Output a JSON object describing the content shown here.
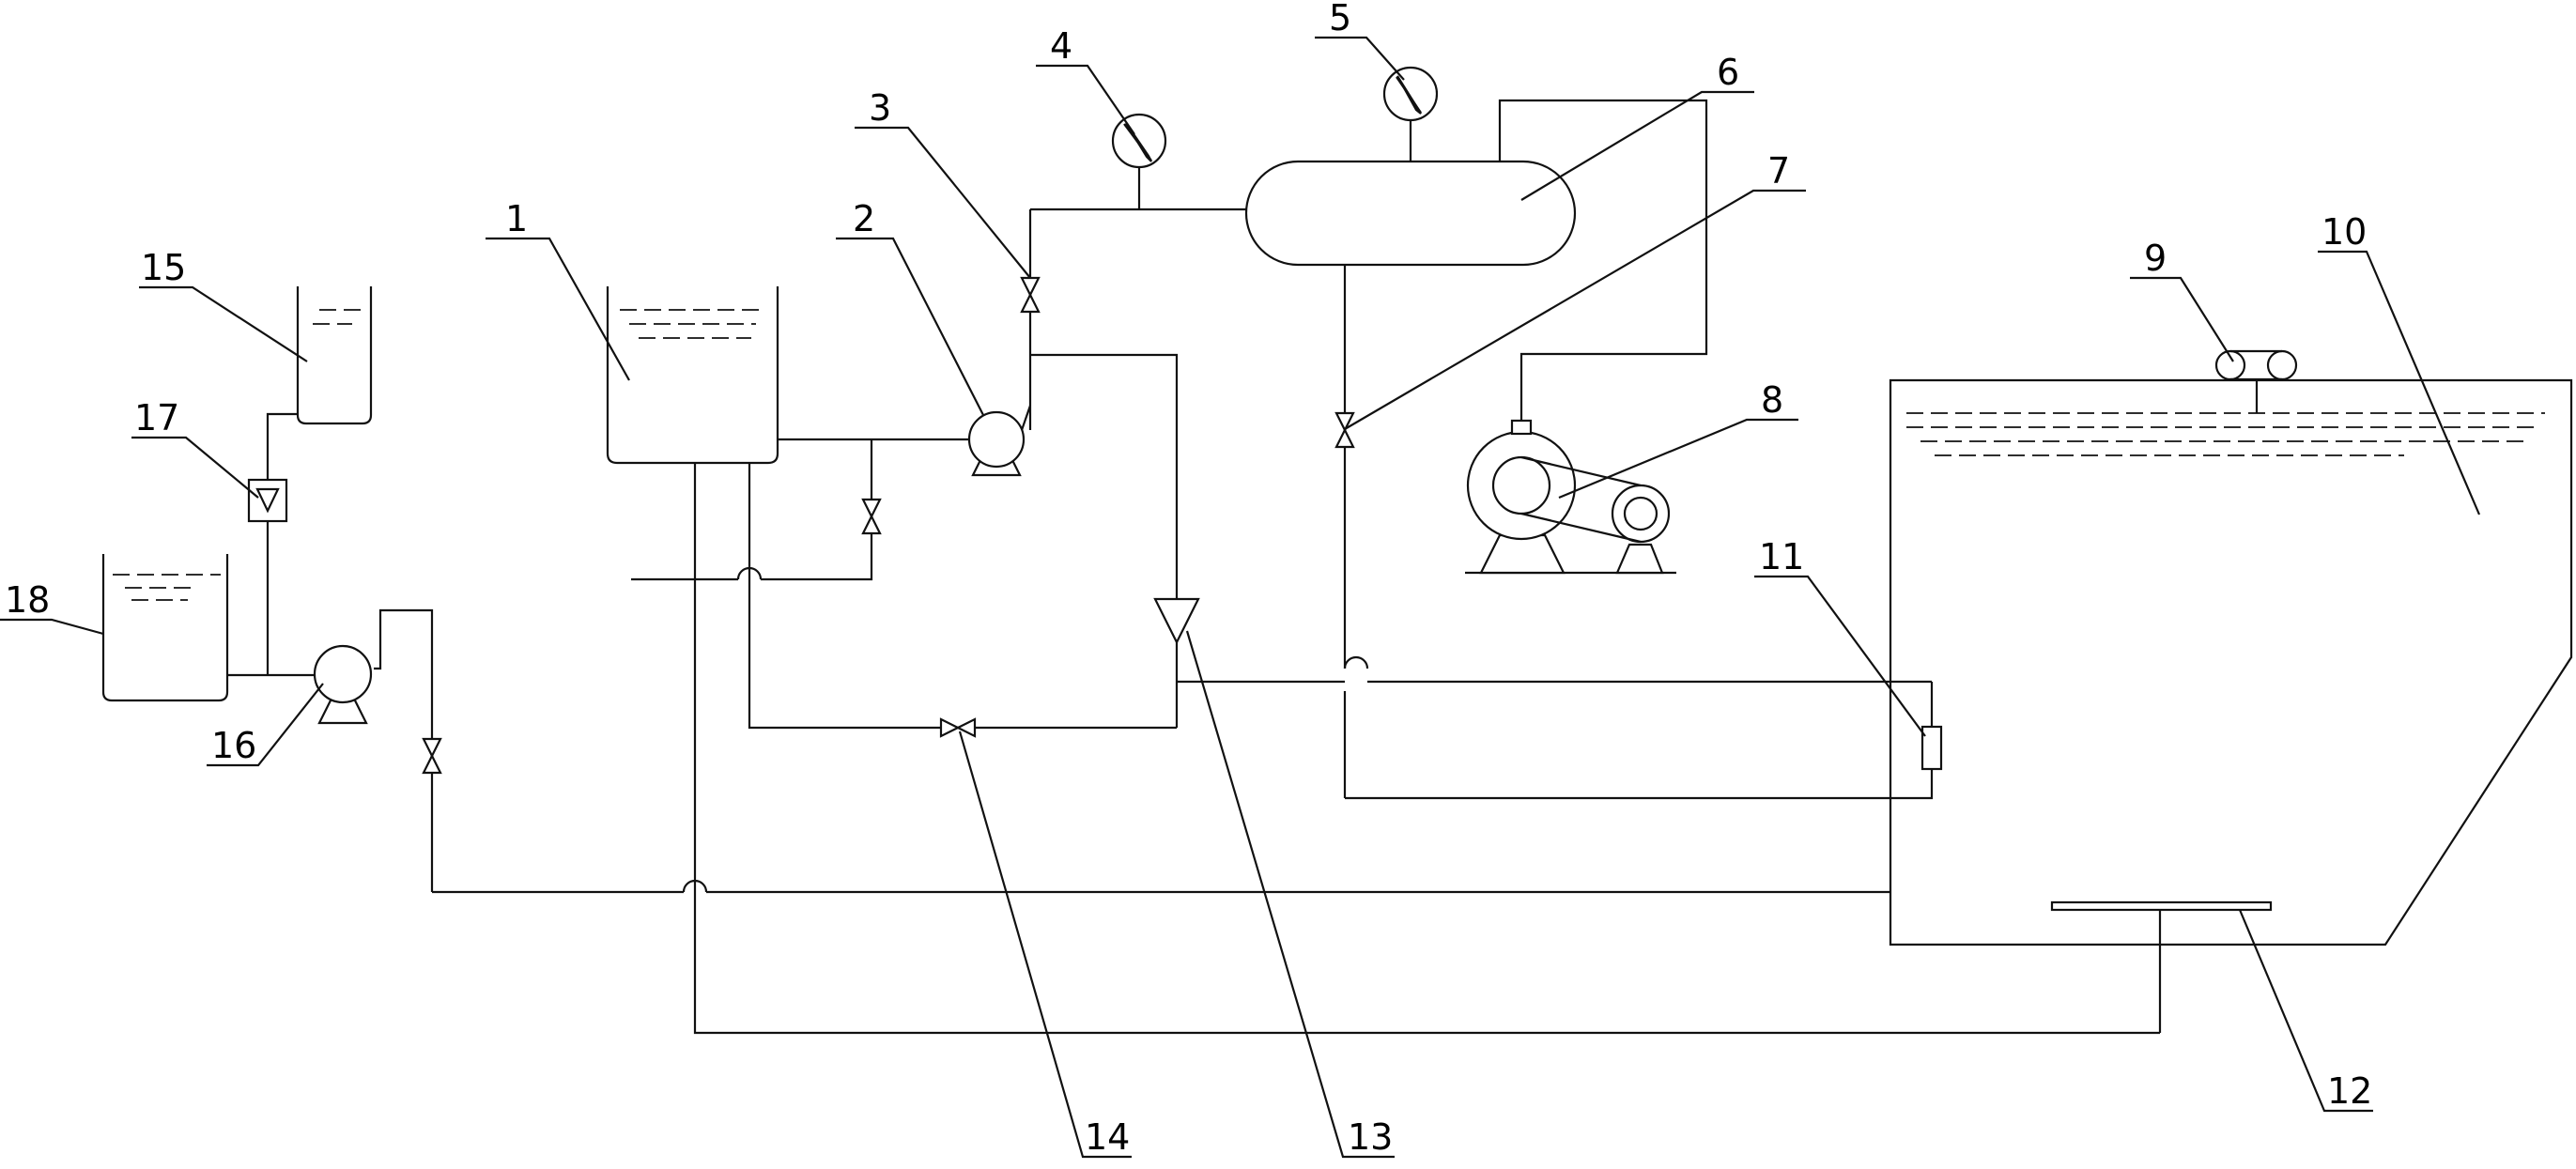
{
  "labels": {
    "n1": "1",
    "n2": "2",
    "n3": "3",
    "n4": "4",
    "n5": "5",
    "n6": "6",
    "n7": "7",
    "n8": "8",
    "n9": "9",
    "n10": "10",
    "n11": "11",
    "n12": "12",
    "n13": "13",
    "n14": "14",
    "n15": "15",
    "n16": "16",
    "n17": "17",
    "n18": "18"
  },
  "colors": {
    "line": "#111111",
    "background": "#ffffff"
  }
}
